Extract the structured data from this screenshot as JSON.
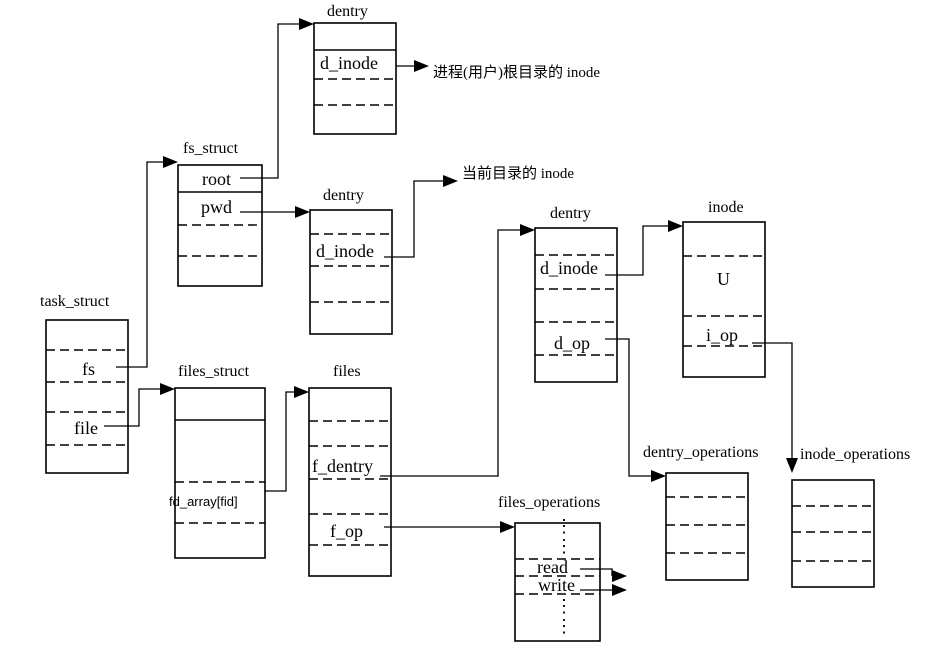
{
  "structs": {
    "task_struct": {
      "title": "task_struct",
      "fs": "fs",
      "file": "file"
    },
    "fs_struct": {
      "title": "fs_struct",
      "root": "root",
      "pwd": "pwd"
    },
    "dentry_root": {
      "title": "dentry",
      "d_inode": "d_inode"
    },
    "dentry_pwd": {
      "title": "dentry",
      "d_inode": "d_inode"
    },
    "files_struct": {
      "title": "files_struct",
      "fd_array": "fd_array[fid]"
    },
    "files": {
      "title": "files",
      "f_dentry": "f_dentry",
      "f_op": "f_op"
    },
    "dentry_file": {
      "title": "dentry",
      "d_inode": "d_inode",
      "d_op": "d_op"
    },
    "inode": {
      "title": "inode",
      "u": "U",
      "i_op": "i_op"
    },
    "dentry_operations": {
      "title": "dentry_operations"
    },
    "inode_operations": {
      "title": "inode_operations"
    },
    "files_operations": {
      "title": "files_operations",
      "read": "read",
      "write": "write"
    }
  },
  "notes": {
    "root_inode": "进程(用户)根目录的 inode",
    "cwd_inode": "当前目录的 inode"
  }
}
